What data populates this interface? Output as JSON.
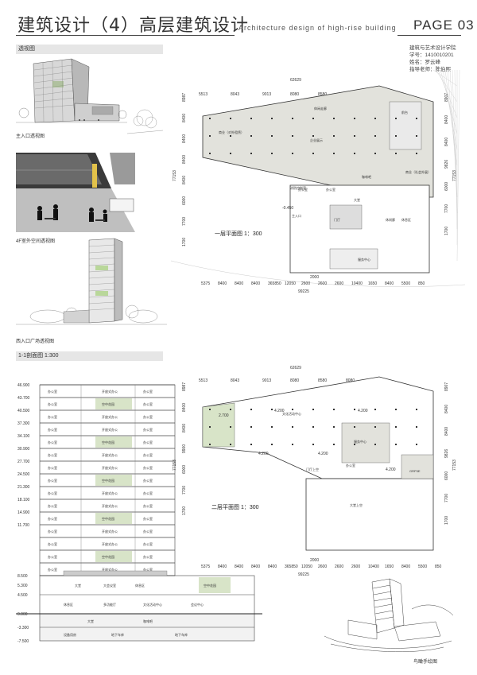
{
  "header": {
    "title_cn": "建筑设计（4）高层建筑设计",
    "title_en": "Architecture  design  of  high-rise building",
    "page": "PAGE 03"
  },
  "info": {
    "school": "建筑与艺术设计学院",
    "id_label": "学号：",
    "id_value": "1410010201",
    "name_label": "姓名：",
    "name_value": "罗云峰",
    "advisor_label": "指导老师：",
    "advisor_value": "陈伯熙"
  },
  "perspective": {
    "heading": "透视图",
    "cap1": "主入口透视图",
    "cap2": "4F室外空间透视图",
    "cap3": "西入口广场透视图"
  },
  "section": {
    "heading": "1-1剖面图 1:300",
    "levels": [
      "46.900",
      "43.700",
      "40.500",
      "37.300",
      "34.100",
      "30.900",
      "27.700",
      "24.500",
      "21.300",
      "18.100",
      "14.900",
      "11.700",
      "8.500",
      "5.300",
      "4.500",
      "0.000",
      "-3.300",
      "-7.500"
    ],
    "labels": {
      "office": "办公室",
      "open_office": "开放式办公",
      "sky_garden": "空中花园",
      "lobby": "大堂",
      "multi": "多功能厅",
      "rest": "休息区",
      "coffee": "咖啡吧",
      "garage": "地下车库",
      "culture": "文化活动中心",
      "equip": "设备用房",
      "conf": "会议中心",
      "conference_room": "大会议室"
    }
  },
  "plan1": {
    "title": "一层平面图 1：300",
    "top_dims": [
      "5513",
      "8043",
      "9013",
      "8080",
      "8580",
      "8080",
      "8580"
    ],
    "top_total": "62629",
    "bottom_dims": [
      "5375",
      "8400",
      "8400",
      "8400",
      "365850",
      "12050",
      "2600",
      "2600",
      "2600",
      "10400",
      "1650",
      "8400",
      "5500",
      "850"
    ],
    "bottom_total": "99225",
    "bottom_sub": "2000",
    "left_dims": [
      "8987",
      "8400",
      "8400",
      "8400",
      "8400",
      "6000",
      "7700",
      "1700"
    ],
    "left_total": "77153",
    "right_dims": [
      "8907",
      "8400",
      "8400",
      "9826",
      "6000",
      "7700",
      "1700"
    ],
    "right_total": "77153",
    "elev": "-0.450",
    "rooms": {
      "shop_a": "商业（对外租赁）",
      "shop_b": "企业展示",
      "corridor": "休闲走廊",
      "reception": "前台",
      "cafe": "咖啡吧",
      "hall": "门厅",
      "lobby": "大堂",
      "storage": "办公室",
      "office2": "办公室",
      "service": "服务中心",
      "mgmt": "消防控制室",
      "main_entry": "主入口",
      "rest": "休息区",
      "shop_c": "商业（社会外展）",
      "lounge": "休闲廊"
    }
  },
  "plan2": {
    "title": "二层平面图 1：300",
    "top_dims": [
      "5513",
      "8043",
      "9013",
      "8080",
      "8580",
      "8080",
      "8580"
    ],
    "top_total": "62629",
    "bottom_dims": [
      "5375",
      "8400",
      "8400",
      "8400",
      "8400",
      "365850",
      "12050",
      "2600",
      "2600",
      "2600",
      "10400",
      "1650",
      "8400",
      "5500",
      "850"
    ],
    "bottom_total": "99225",
    "bottom_sub": "2000",
    "left_dims": [
      "8987",
      "8400",
      "8400",
      "9900",
      "6000",
      "7700",
      "1700"
    ],
    "left_total": "77153",
    "right_dims": [
      "8907",
      "8400",
      "8400",
      "9826",
      "6000",
      "7700",
      "1700"
    ],
    "right_total": "77153",
    "elevs": [
      "4.200",
      "4.200",
      "2.700",
      "4.200",
      "4.200",
      "4.200"
    ],
    "rooms": {
      "culture": "文化活动中心",
      "service": "服务中心",
      "roof": "大堂上空",
      "void": "门厅上空",
      "office": "办公室",
      "shop": "GRP3E"
    }
  },
  "sketch": {
    "caption": "鸟瞰手绘图"
  },
  "colors": {
    "floor_fill": "#e2e2dc",
    "green_fill": "#d8e4c8",
    "line": "#555555"
  }
}
